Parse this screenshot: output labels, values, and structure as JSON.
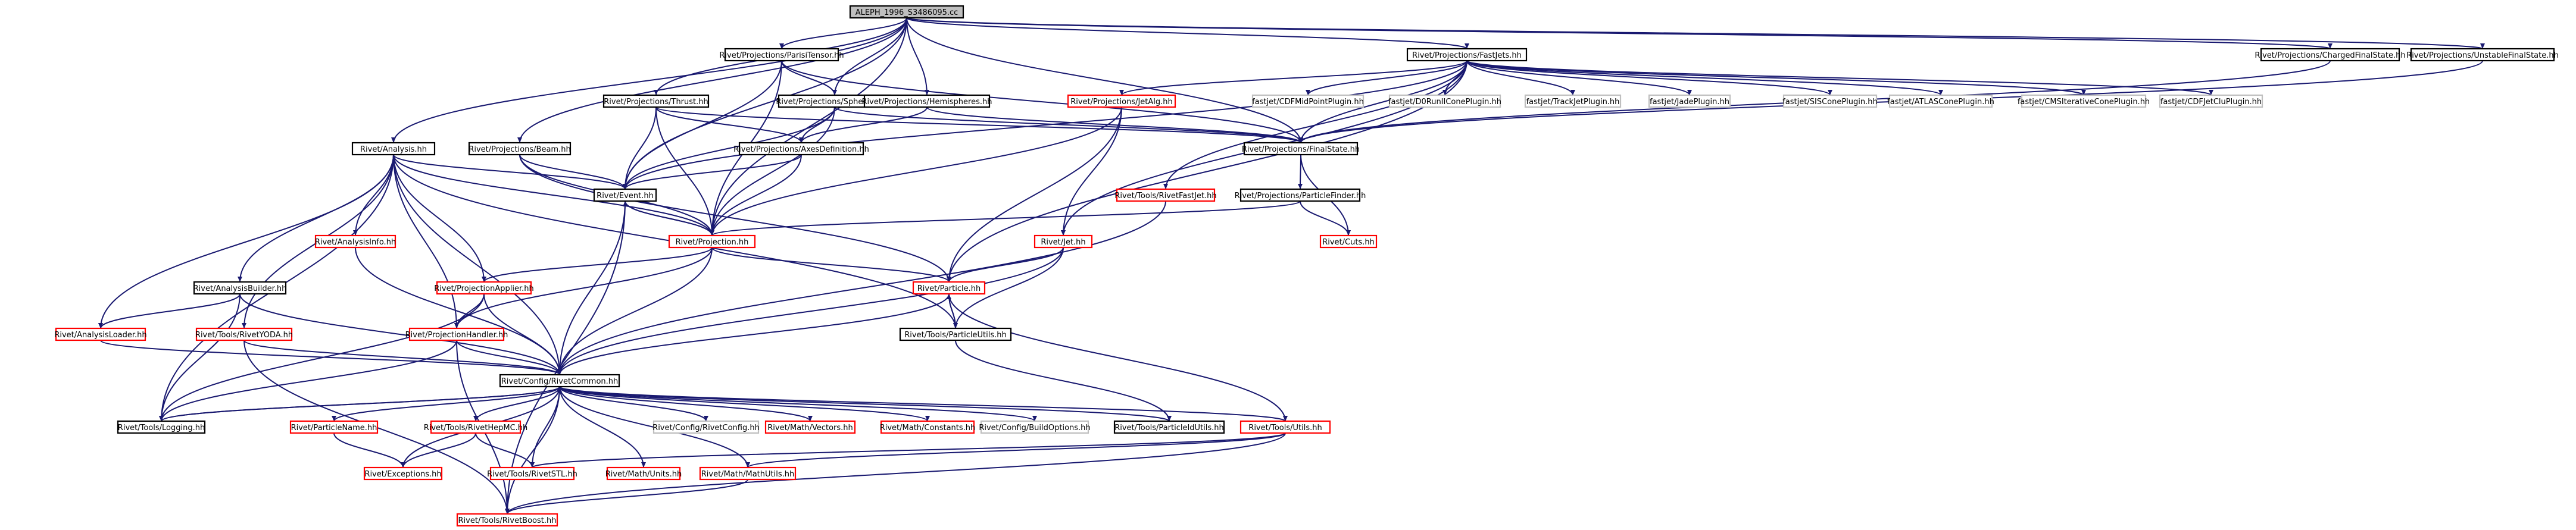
{
  "colors": {
    "root_fill": "#bfbfbf",
    "root_border": "#000000",
    "documented_border": "#000000",
    "undocumented_border": "#ff0000",
    "external_border": "#bfbfbf",
    "edge": "#191970"
  },
  "nodes": [
    {
      "id": "root",
      "label": "ALEPH_1996_S3486095.cc",
      "kind": "root"
    },
    {
      "id": "partontensor",
      "label": "Rivet/Projections/ParisiTensor.hh",
      "kind": "documented"
    },
    {
      "id": "fastjets",
      "label": "Rivet/Projections/FastJets.hh",
      "kind": "documented"
    },
    {
      "id": "chargedfs",
      "label": "Rivet/Projections/ChargedFinalState.hh",
      "kind": "documented"
    },
    {
      "id": "unstablefs",
      "label": "Rivet/Projections/UnstableFinalState.hh",
      "kind": "documented"
    },
    {
      "id": "thrust",
      "label": "Rivet/Projections/Thrust.hh",
      "kind": "documented"
    },
    {
      "id": "sphericity",
      "label": "Rivet/Projections/Sphericity.hh",
      "kind": "documented"
    },
    {
      "id": "hemispheres",
      "label": "Rivet/Projections/Hemispheres.hh",
      "kind": "documented"
    },
    {
      "id": "jetalg",
      "label": "Rivet/Projections/JetAlg.hh",
      "kind": "undocumented"
    },
    {
      "id": "cdfmid",
      "label": "fastjet/CDFMidPointPlugin.hh",
      "kind": "external"
    },
    {
      "id": "d0run",
      "label": "fastjet/D0RunIIConePlugin.hh",
      "kind": "external"
    },
    {
      "id": "trackjet",
      "label": "fastjet/TrackJetPlugin.hh",
      "kind": "external"
    },
    {
      "id": "jade",
      "label": "fastjet/JadePlugin.hh",
      "kind": "external"
    },
    {
      "id": "siscone",
      "label": "fastjet/SISConePlugin.hh",
      "kind": "external"
    },
    {
      "id": "atlascone",
      "label": "fastjet/ATLASConePlugin.hh",
      "kind": "external"
    },
    {
      "id": "cmsit",
      "label": "fastjet/CMSIterativeConePlugin.hh",
      "kind": "external"
    },
    {
      "id": "cdfjetclu",
      "label": "fastjet/CDFJetCluPlugin.hh",
      "kind": "external"
    },
    {
      "id": "analysis",
      "label": "Rivet/Analysis.hh",
      "kind": "documented"
    },
    {
      "id": "beam",
      "label": "Rivet/Projections/Beam.hh",
      "kind": "documented"
    },
    {
      "id": "axesdef",
      "label": "Rivet/Projections/AxesDefinition.hh",
      "kind": "documented"
    },
    {
      "id": "finalstate",
      "label": "Rivet/Projections/FinalState.hh",
      "kind": "documented"
    },
    {
      "id": "fastjet",
      "label": "Rivet/Tools/RivetFastJet.hh",
      "kind": "undocumented"
    },
    {
      "id": "event",
      "label": "Rivet/Event.hh",
      "kind": "documented"
    },
    {
      "id": "partfinder",
      "label": "Rivet/Projections/ParticleFinder.hh",
      "kind": "documented"
    },
    {
      "id": "analysisinfo",
      "label": "Rivet/AnalysisInfo.hh",
      "kind": "undocumented"
    },
    {
      "id": "projection",
      "label": "Rivet/Projection.hh",
      "kind": "undocumented"
    },
    {
      "id": "jet",
      "label": "Rivet/Jet.hh",
      "kind": "undocumented"
    },
    {
      "id": "cuts",
      "label": "Rivet/Cuts.hh",
      "kind": "undocumented"
    },
    {
      "id": "projapplier",
      "label": "Rivet/ProjectionApplier.hh",
      "kind": "undocumented"
    },
    {
      "id": "particle",
      "label": "Rivet/Particle.hh",
      "kind": "undocumented"
    },
    {
      "id": "analysisbuilder",
      "label": "Rivet/AnalysisBuilder.hh",
      "kind": "documented"
    },
    {
      "id": "analysisloader",
      "label": "Rivet/AnalysisLoader.hh",
      "kind": "undocumented"
    },
    {
      "id": "rivetyoda",
      "label": "Rivet/Tools/RivetYODA.hh",
      "kind": "undocumented"
    },
    {
      "id": "projhandler",
      "label": "Rivet/ProjectionHandler.hh",
      "kind": "undocumented"
    },
    {
      "id": "particleutils",
      "label": "Rivet/Tools/ParticleUtils.hh",
      "kind": "documented"
    },
    {
      "id": "rivetcommon",
      "label": "Rivet/Config/RivetCommon.hh",
      "kind": "documented"
    },
    {
      "id": "logging",
      "label": "Rivet/Tools/Logging.hh",
      "kind": "documented"
    },
    {
      "id": "particlename",
      "label": "Rivet/ParticleName.hh",
      "kind": "undocumented"
    },
    {
      "id": "hepmc",
      "label": "Rivet/Tools/RivetHepMC.hh",
      "kind": "undocumented"
    },
    {
      "id": "rivetconfig",
      "label": "Rivet/Config/RivetConfig.hh",
      "kind": "external"
    },
    {
      "id": "vectors",
      "label": "Rivet/Math/Vectors.hh",
      "kind": "undocumented"
    },
    {
      "id": "constants",
      "label": "Rivet/Math/Constants.hh",
      "kind": "undocumented"
    },
    {
      "id": "buildoptions",
      "label": "Rivet/Config/BuildOptions.hh",
      "kind": "external"
    },
    {
      "id": "particleidutils",
      "label": "Rivet/Tools/ParticleIdUtils.hh",
      "kind": "documented"
    },
    {
      "id": "toolsutils",
      "label": "Rivet/Tools/Utils.hh",
      "kind": "undocumented"
    },
    {
      "id": "exceptions",
      "label": "Rivet/Exceptions.hh",
      "kind": "undocumented"
    },
    {
      "id": "rivetstl",
      "label": "Rivet/Tools/RivetSTL.hh",
      "kind": "undocumented"
    },
    {
      "id": "mathunits",
      "label": "Rivet/Math/Units.hh",
      "kind": "undocumented"
    },
    {
      "id": "mathutils",
      "label": "Rivet/Math/MathUtils.hh",
      "kind": "undocumented"
    },
    {
      "id": "rivetboost",
      "label": "Rivet/Tools/RivetBoost.hh",
      "kind": "undocumented"
    }
  ],
  "edges": [
    [
      "root",
      "partontensor"
    ],
    [
      "root",
      "fastjets"
    ],
    [
      "root",
      "chargedfs"
    ],
    [
      "root",
      "unstablefs"
    ],
    [
      "root",
      "thrust"
    ],
    [
      "root",
      "sphericity"
    ],
    [
      "root",
      "hemispheres"
    ],
    [
      "root",
      "analysis"
    ],
    [
      "root",
      "beam"
    ],
    [
      "root",
      "finalstate"
    ],
    [
      "root",
      "event"
    ],
    [
      "root",
      "projection"
    ],
    [
      "partontensor",
      "sphericity"
    ],
    [
      "partontensor",
      "finalstate"
    ],
    [
      "partontensor",
      "event"
    ],
    [
      "partontensor",
      "projection"
    ],
    [
      "fastjets",
      "jetalg"
    ],
    [
      "fastjets",
      "cdfmid"
    ],
    [
      "fastjets",
      "d0run"
    ],
    [
      "fastjets",
      "trackjet"
    ],
    [
      "fastjets",
      "jade"
    ],
    [
      "fastjets",
      "siscone"
    ],
    [
      "fastjets",
      "atlascone"
    ],
    [
      "fastjets",
      "cmsit"
    ],
    [
      "fastjets",
      "cdfjetclu"
    ],
    [
      "fastjets",
      "finalstate"
    ],
    [
      "fastjets",
      "fastjet"
    ],
    [
      "fastjets",
      "event"
    ],
    [
      "fastjets",
      "particle"
    ],
    [
      "fastjets",
      "jet"
    ],
    [
      "chargedfs",
      "finalstate"
    ],
    [
      "unstablefs",
      "finalstate"
    ],
    [
      "thrust",
      "axesdef"
    ],
    [
      "thrust",
      "finalstate"
    ],
    [
      "thrust",
      "event"
    ],
    [
      "thrust",
      "projection"
    ],
    [
      "sphericity",
      "axesdef"
    ],
    [
      "sphericity",
      "finalstate"
    ],
    [
      "sphericity",
      "event"
    ],
    [
      "sphericity",
      "projection"
    ],
    [
      "hemispheres",
      "axesdef"
    ],
    [
      "hemispheres",
      "finalstate"
    ],
    [
      "jetalg",
      "projection"
    ],
    [
      "jetalg",
      "jet"
    ],
    [
      "jetalg",
      "particle"
    ],
    [
      "analysis",
      "analysisinfo"
    ],
    [
      "analysis",
      "event"
    ],
    [
      "analysis",
      "projection"
    ],
    [
      "analysis",
      "projapplier"
    ],
    [
      "analysis",
      "analysisbuilder"
    ],
    [
      "analysis",
      "analysisloader"
    ],
    [
      "analysis",
      "rivetyoda"
    ],
    [
      "analysis",
      "projhandler"
    ],
    [
      "analysis",
      "rivetcommon"
    ],
    [
      "analysis",
      "logging"
    ],
    [
      "analysis",
      "particleutils"
    ],
    [
      "beam",
      "event"
    ],
    [
      "beam",
      "projection"
    ],
    [
      "beam",
      "particle"
    ],
    [
      "axesdef",
      "event"
    ],
    [
      "axesdef",
      "projection"
    ],
    [
      "finalstate",
      "partfinder"
    ],
    [
      "finalstate",
      "cuts"
    ],
    [
      "fastjet",
      "rivetcommon"
    ],
    [
      "event",
      "projection"
    ],
    [
      "event",
      "rivetcommon"
    ],
    [
      "event",
      "rivetboost"
    ],
    [
      "partfinder",
      "projection"
    ],
    [
      "partfinder",
      "cuts"
    ],
    [
      "analysisinfo",
      "rivetcommon"
    ],
    [
      "projection",
      "event"
    ],
    [
      "projection",
      "projapplier"
    ],
    [
      "projection",
      "projhandler"
    ],
    [
      "projection",
      "rivetcommon"
    ],
    [
      "projection",
      "particle"
    ],
    [
      "jet",
      "particle"
    ],
    [
      "jet",
      "rivetcommon"
    ],
    [
      "jet",
      "particleutils"
    ],
    [
      "projapplier",
      "projhandler"
    ],
    [
      "projapplier",
      "rivetcommon"
    ],
    [
      "projapplier",
      "logging"
    ],
    [
      "particle",
      "rivetcommon"
    ],
    [
      "particle",
      "particleutils"
    ],
    [
      "particle",
      "toolsutils"
    ],
    [
      "analysisbuilder",
      "analysisloader"
    ],
    [
      "analysisbuilder",
      "rivetcommon"
    ],
    [
      "analysisbuilder",
      "logging"
    ],
    [
      "analysisloader",
      "rivetcommon"
    ],
    [
      "rivetyoda",
      "rivetcommon"
    ],
    [
      "rivetyoda",
      "rivetboost"
    ],
    [
      "projhandler",
      "rivetcommon"
    ],
    [
      "projhandler",
      "logging"
    ],
    [
      "projhandler",
      "rivetboost"
    ],
    [
      "particleutils",
      "particle"
    ],
    [
      "particleutils",
      "particleidutils"
    ],
    [
      "rivetcommon",
      "logging"
    ],
    [
      "rivetcommon",
      "particlename"
    ],
    [
      "rivetcommon",
      "hepmc"
    ],
    [
      "rivetcommon",
      "rivetconfig"
    ],
    [
      "rivetcommon",
      "vectors"
    ],
    [
      "rivetcommon",
      "constants"
    ],
    [
      "rivetcommon",
      "buildoptions"
    ],
    [
      "rivetcommon",
      "particleidutils"
    ],
    [
      "rivetcommon",
      "toolsutils"
    ],
    [
      "rivetcommon",
      "exceptions"
    ],
    [
      "rivetcommon",
      "rivetstl"
    ],
    [
      "rivetcommon",
      "mathunits"
    ],
    [
      "rivetcommon",
      "mathutils"
    ],
    [
      "rivetcommon",
      "rivetboost"
    ],
    [
      "logging",
      "rivetcommon"
    ],
    [
      "particlename",
      "exceptions"
    ],
    [
      "hepmc",
      "exceptions"
    ],
    [
      "hepmc",
      "rivetstl"
    ],
    [
      "toolsutils",
      "rivetstl"
    ],
    [
      "toolsutils",
      "mathutils"
    ],
    [
      "toolsutils",
      "rivetboost"
    ],
    [
      "mathutils",
      "rivetboost"
    ]
  ]
}
